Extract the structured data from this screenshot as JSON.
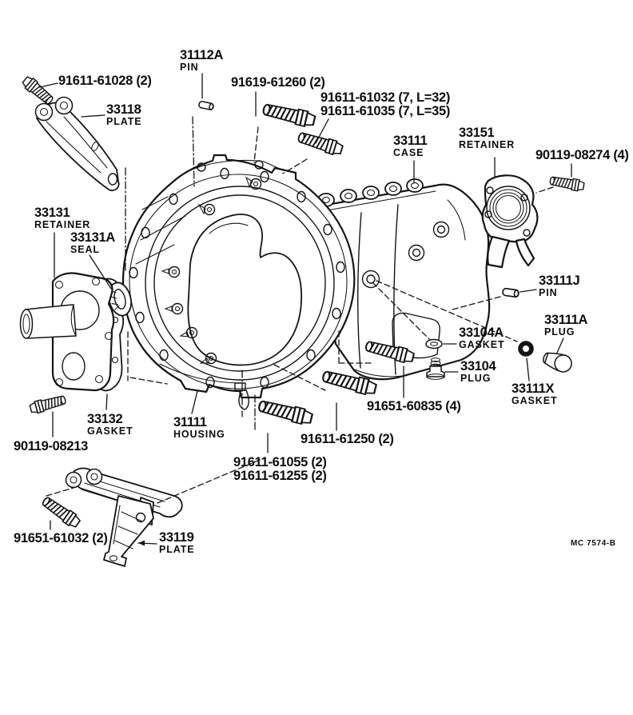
{
  "figure": {
    "footer_code": "MC 7574-B",
    "ink_color": "#141414",
    "background_color": "#ffffff"
  },
  "callouts": {
    "b91611_61028": {
      "num": "91611-61028 (2)"
    },
    "p33118": {
      "num": "33118",
      "name": "PLATE"
    },
    "p31112a": {
      "num": "31112A",
      "name": "PIN"
    },
    "b91619_61260": {
      "num": "91619-61260 (2)"
    },
    "b91611_61032": {
      "num": "91611-61032 (7, L=32)"
    },
    "b91611_61035": {
      "num": "91611-61035 (7, L=35)"
    },
    "p33111": {
      "num": "33111",
      "name": "CASE"
    },
    "p33151": {
      "num": "33151",
      "name": "RETAINER"
    },
    "b90119_08274": {
      "num": "90119-08274 (4)"
    },
    "p33131": {
      "num": "33131",
      "name": "RETAINER"
    },
    "p33131a": {
      "num": "33131A",
      "name": "SEAL"
    },
    "p33111j": {
      "num": "33111J",
      "name": "PIN"
    },
    "p33111a": {
      "num": "33111A",
      "name": "PLUG"
    },
    "p33104a": {
      "num": "33104A",
      "name": "GASKET"
    },
    "p33104": {
      "num": "33104",
      "name": "PLUG"
    },
    "p33111x": {
      "num": "33111X",
      "name": "GASKET"
    },
    "b91651_60835": {
      "num": "91651-60835 (4)"
    },
    "p33132": {
      "num": "33132",
      "name": "GASKET"
    },
    "p31111": {
      "num": "31111",
      "name": "HOUSING"
    },
    "b90119_08213": {
      "num": "90119-08213"
    },
    "b91611_61250": {
      "num": "91611-61250 (2)"
    },
    "b91611_61055": {
      "num": "91611-61055 (2)"
    },
    "b91611_61255": {
      "num": "91611-61255 (2)"
    },
    "b91651_61032": {
      "num": "91651-61032 (2)"
    },
    "p33119": {
      "num": "33119",
      "name": "PLATE"
    }
  }
}
